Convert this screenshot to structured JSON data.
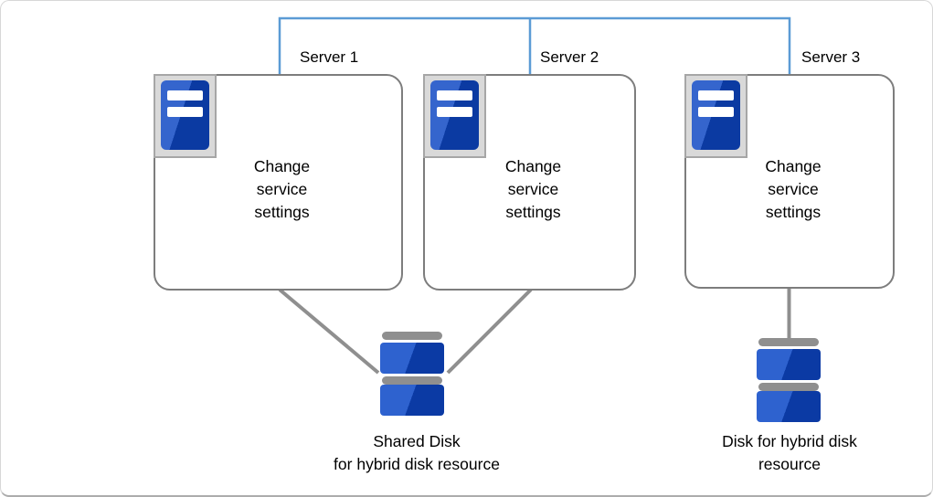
{
  "colors": {
    "network-line": "#5b9bd5",
    "box-border": "#7d7d7d",
    "connector-gray": "#8f8f8f",
    "icon-frame-bg": "#d9d9d9",
    "icon-frame-border": "#a6a6a6",
    "server-blue-light": "#3565cd",
    "server-blue-dark": "#0b3aa2",
    "disk-blue-light": "#2e62cf",
    "disk-blue-dark": "#0b3aa4",
    "frame-border": "#d7d7d7",
    "frame-border-bottom": "#acacac",
    "text": "#000000"
  },
  "servers": [
    {
      "label": "Server 1",
      "action": "Change service settings",
      "icon": "server-icon"
    },
    {
      "label": "Server 2",
      "action": "Change service settings",
      "icon": "server-icon"
    },
    {
      "label": "Server 3",
      "action": "Change service settings",
      "icon": "server-icon"
    }
  ],
  "disks": [
    {
      "label_line1": "Shared Disk",
      "label_line2": "for hybrid disk resource",
      "icon": "disk-stack-icon"
    },
    {
      "label_line1": "Disk for hybrid disk",
      "label_line2": "resource",
      "icon": "disk-stack-icon"
    }
  ]
}
